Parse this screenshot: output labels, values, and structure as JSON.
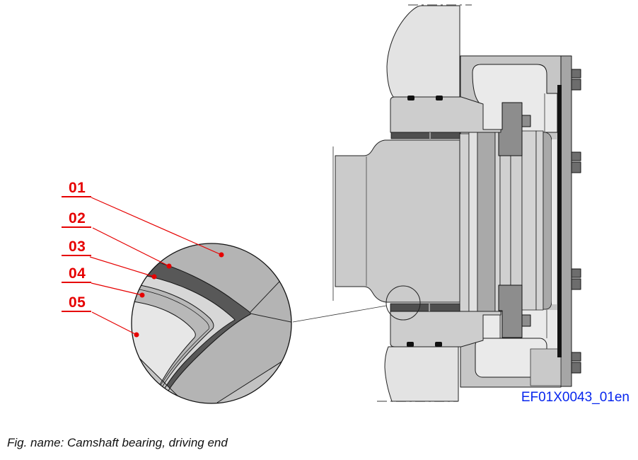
{
  "figure": {
    "caption": "Fig. name: Camshaft bearing, driving end",
    "drawing_id": "EF01X0043_01en",
    "callouts": [
      {
        "label": "01"
      },
      {
        "label": "02"
      },
      {
        "label": "03"
      },
      {
        "label": "04"
      },
      {
        "label": "05"
      }
    ],
    "colors": {
      "callout_red": "#e60000",
      "drawing_id_blue": "#0726ee",
      "line_black": "#1a1a1a",
      "housing_gray": "#c6c6c6",
      "shaft_gray": "#cbcbcb",
      "bearing_shell_dark": "#4f4f4f",
      "thrust_block_gray": "#8d8d8d",
      "cavity_light": "#eaeaea"
    }
  }
}
